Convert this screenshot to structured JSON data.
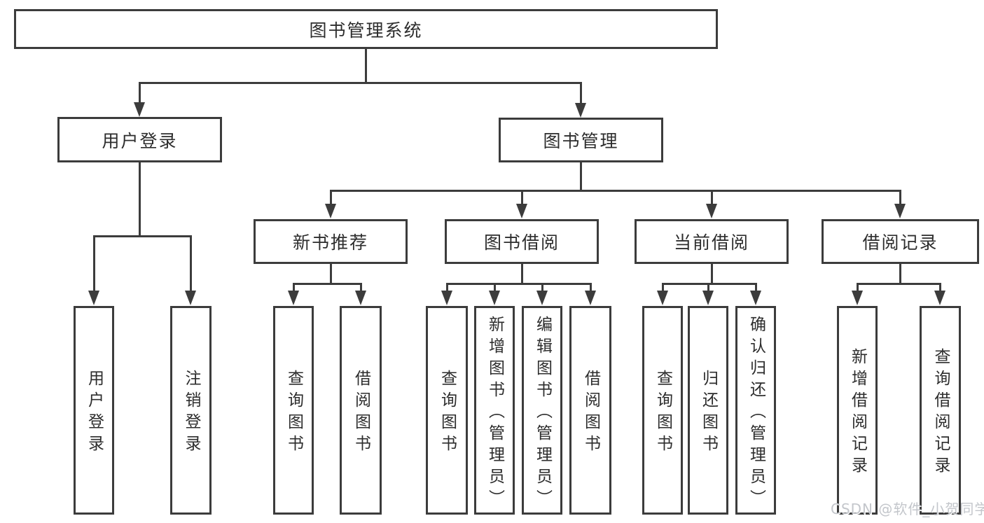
{
  "colors": {
    "line": "#3c3c3c",
    "text": "#2d2d2d",
    "watermark": "#c3c6cb",
    "background": "#ffffff"
  },
  "tree": {
    "label": "图书管理系统",
    "children": [
      {
        "label": "用户登录",
        "children": [
          {
            "label": "用户登录"
          },
          {
            "label": "注销登录"
          }
        ]
      },
      {
        "label": "图书管理",
        "children": [
          {
            "label": "新书推荐",
            "children": [
              {
                "label": "查询图书"
              },
              {
                "label": "借阅图书"
              }
            ]
          },
          {
            "label": "图书借阅",
            "children": [
              {
                "label": "查询图书"
              },
              {
                "label": "新增图书（管理员）"
              },
              {
                "label": "编辑图书（管理员）"
              },
              {
                "label": "借阅图书"
              }
            ]
          },
          {
            "label": "当前借阅",
            "children": [
              {
                "label": "查询图书"
              },
              {
                "label": "归还图书"
              },
              {
                "label": "确认归还（管理员）"
              }
            ]
          },
          {
            "label": "借阅记录",
            "children": [
              {
                "label": "新增借阅记录"
              },
              {
                "label": "查询借阅记录"
              }
            ]
          }
        ]
      }
    ]
  },
  "watermark": {
    "text": "CSDN @软件_小贺同学"
  }
}
